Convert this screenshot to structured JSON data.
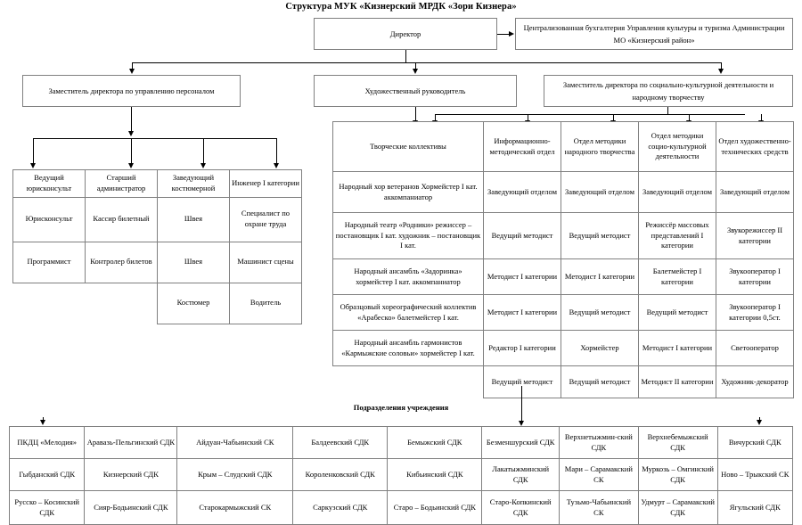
{
  "title": "Структура  МУК «Кизнерский МРДК «Зори Кизнера»",
  "subtitle": "Подразделения учреждения",
  "colors": {
    "border": "#808080",
    "line": "#000000",
    "background": "#ffffff"
  },
  "top": {
    "director": "Директор",
    "accounting": "Централизованная бухгалтерия Управления культуры и туризма Администрации МО «Кизнерский район»"
  },
  "tier2": {
    "deputy_hr": "Заместитель директора по управлению персоналом",
    "artistic_director": "Художественный руководитель",
    "deputy_sociocultural": "Заместитель директора по социально-культурной деятельности и   народному творчеству"
  },
  "left_block": {
    "headers": [
      "Ведущий юрисконсульт",
      "Старший администратор",
      "Заведующий костюмерной",
      "Инженер I категории"
    ],
    "rows": [
      [
        "Юрисконсульт",
        "Кассир билетный",
        "Швея",
        "Специалист  по охране труда"
      ],
      [
        "Программист",
        "Контролер билетов",
        "Швея",
        "Машинист сцены"
      ],
      [
        "",
        "",
        "Костюмер",
        "Водитель"
      ]
    ]
  },
  "right_block": {
    "headers": [
      "Творческие коллективы",
      "Информационно-методический отдел",
      "Отдел методики народного творчества",
      "Отдел методики социо-культурной деятельности",
      "Отдел художественно-технических средств"
    ],
    "rows": [
      [
        "Народный хор ветеранов Хормейстер I кат. аккомпаниатор",
        "Заведующий отделом",
        "Заведующий отделом",
        "Заведующий отделом",
        "Заведующий отделом"
      ],
      [
        "Народный театр «Родники» режиссер – постановщик I кат. художник – постановщик I кат.",
        "Ведущий методист",
        "Ведущий методист",
        "Режиссёр массовых представлений I категории",
        "Звукорежиссер II категории"
      ],
      [
        "Народный ансамбль «Задоринка» хормейстер I кат. аккомпаниатор",
        "Методист I категории",
        "Методист I категории",
        "Балетмейстер I категории",
        "Звукооператор I категории"
      ],
      [
        "Образцовый хореографический коллектив «Арабеско» балетмейстер I кат.",
        "Методист I категории",
        "Ведущий методист",
        "Ведущий методист",
        "Звукооператор I категории 0,5ст."
      ],
      [
        "Народный ансамбль гармонистов «Кармыжские соловьи» хормейстер I кат.",
        "Редактор I категории",
        "Хормейстер",
        "Методист I категории",
        "Светооператор"
      ],
      [
        "",
        "Ведущий методист",
        "Ведущий методист",
        "Методист II категории",
        "Художник-декоратор"
      ]
    ]
  },
  "subdivisions": {
    "rows": [
      [
        "ПКДЦ «Мелодия»",
        "Аравазь-Пельгинский СДК",
        "Айдуан-Чабьинский СК",
        "Балдеевский СДК",
        "Бемыжский СДК",
        "Безменшурский СДК",
        "Верхнетыжмин-ский СДК",
        "Верхнебемыжский СДК",
        "Вичурский СДК"
      ],
      [
        "Гыбданский СДК",
        "Кизнерский СДК",
        "Крым – Слудский СДК",
        "Короленковский СДК",
        "Кибьинский СДК",
        "Лакатыжминский СДК",
        "Мари – Сарамакский СК",
        "Муркозь – Омгинский СДК",
        "Ново – Трыкский СК"
      ],
      [
        "Русско – Косинский СДК",
        "Сияр-Бодьинский СДК",
        "Старокармыжский  СК",
        "Саркузский СДК",
        "Старо – Бодьинский СДК",
        "Старо-Копкинский  СДК",
        "Тузьмо-Чабьинский СК",
        "Удмурт – Сарамакский СДК",
        "Ягульский СДК"
      ]
    ]
  }
}
